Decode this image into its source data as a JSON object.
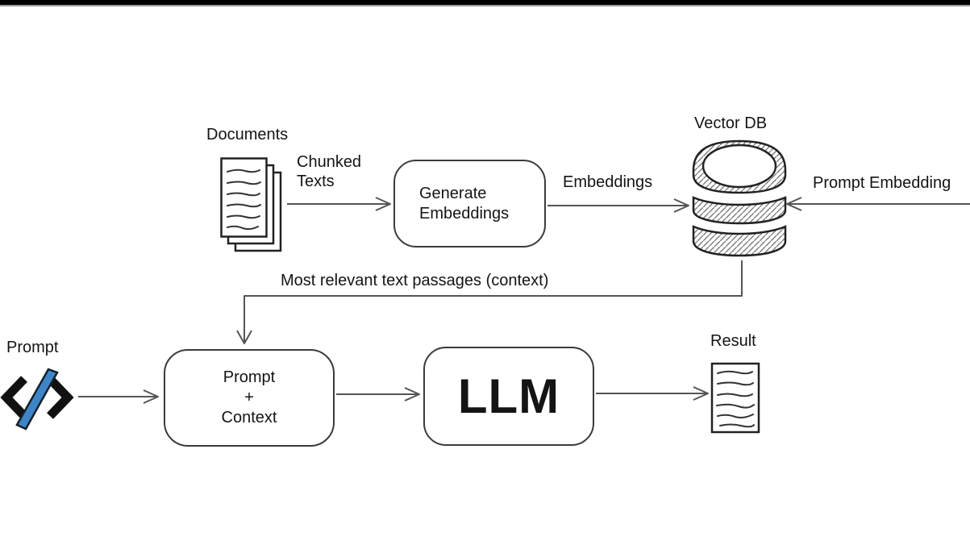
{
  "page": {
    "background_color": "#ffffff",
    "top_bar_color": "#000000"
  },
  "diagram": {
    "title": "RAG pipeline diagram",
    "labels": {
      "documents": "Documents",
      "chunked_texts": "Chunked\nTexts",
      "embeddings": "Embeddings",
      "vector_db": "Vector DB",
      "prompt_embedding": "Prompt Embedding",
      "context_flow": "Most relevant text passages (context)",
      "prompt": "Prompt",
      "result": "Result"
    },
    "nodes": {
      "generate_embeddings": "Generate\nEmbeddings",
      "prompt_context": "Prompt\n+\nContext",
      "llm": "LLM"
    },
    "icons": {
      "documents_icon": "stacked-document-pages",
      "vector_db_icon": "database-cylinder-hatched",
      "code_icon": "</>",
      "result_icon": "document-page"
    },
    "colors": {
      "text": "#141414",
      "line": "#555555",
      "stroke": "#222222",
      "accent_blue": "#3d85c6"
    }
  }
}
